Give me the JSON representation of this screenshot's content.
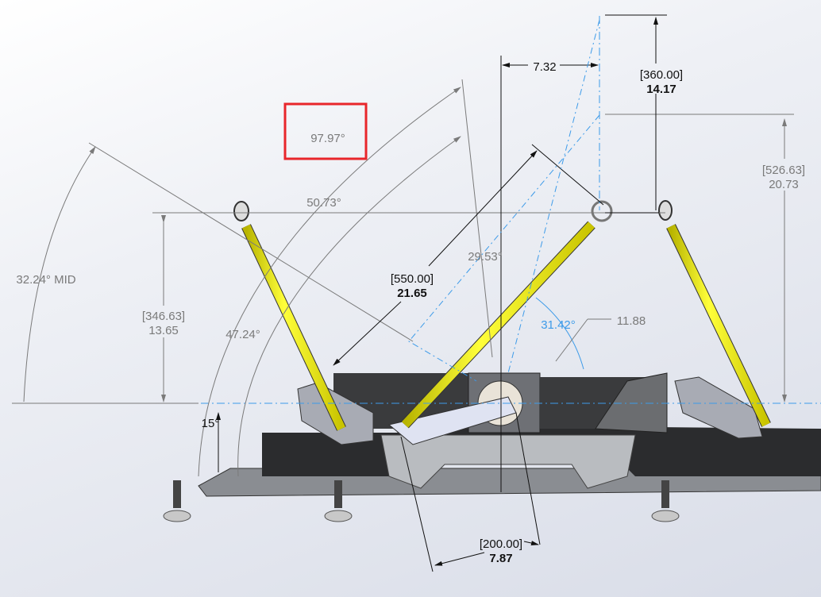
{
  "colors": {
    "highlight_box": "#e8262b",
    "rod_yellow": "#f2ee1c",
    "sketch_blue": "#3d9be9",
    "dimension_gray": "#7a7a7a",
    "dimension_black": "#111111"
  },
  "dimensions": {
    "angle_highlighted": "97.97°",
    "angle_upper": "50.73°",
    "angle_mid": "32.24° MID",
    "height_left_mm": "[346.63]",
    "height_left_in": "13.65",
    "angle_lower": "47.24°",
    "rod_length_mm": "[550.00]",
    "rod_length_in": "21.65",
    "offset_horizontal": "7.32",
    "height_top_mm": "[360.00]",
    "height_top_in": "14.17",
    "height_right_mm": "[526.63]",
    "height_right_in": "20.73",
    "angle_center": "29.53°",
    "angle_sketch": "31.42°",
    "small_offset": "11.88",
    "base_angle": "15°",
    "base_length_mm": "[200.00]",
    "base_length_in": "7.87"
  }
}
